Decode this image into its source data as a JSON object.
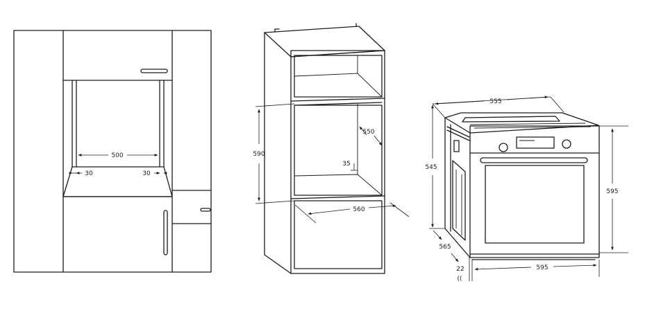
{
  "cabinet_front": {
    "width_label": "500",
    "left_gap_label": "30",
    "right_gap_label": "30"
  },
  "cabinet_3d": {
    "height_label": "590",
    "depth_label": "550",
    "gap_label": "35",
    "width_label": "560"
  },
  "oven": {
    "top_width_label": "555",
    "side_height_label": "545",
    "front_height_label": "595",
    "depth_label": "565",
    "door_label": "22",
    "bottom_width_label": "595"
  }
}
